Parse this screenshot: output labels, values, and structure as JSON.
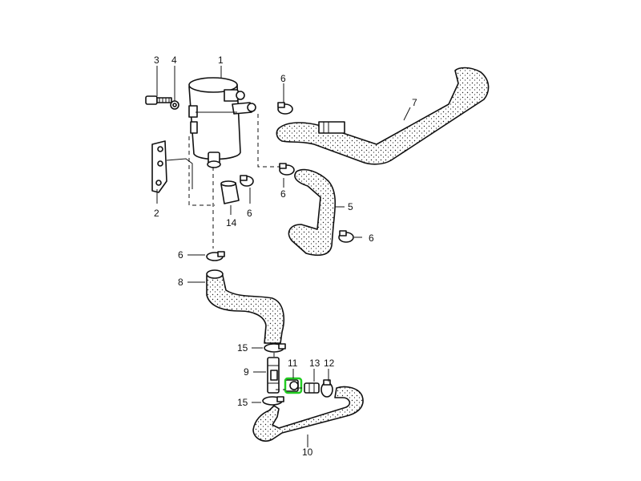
{
  "callouts": {
    "c1": "1",
    "c2": "2",
    "c3": "3",
    "c4": "4",
    "c5": "5",
    "c6a": "6",
    "c6b": "6",
    "c6c": "6",
    "c6d": "6",
    "c6e": "6",
    "c7": "7",
    "c8": "8",
    "c9": "9",
    "c10": "10",
    "c11": "11",
    "c12": "12",
    "c13": "13",
    "c14": "14",
    "c15a": "15",
    "c15b": "15"
  },
  "highlight": {
    "part": "11",
    "color": "#22cc22"
  }
}
